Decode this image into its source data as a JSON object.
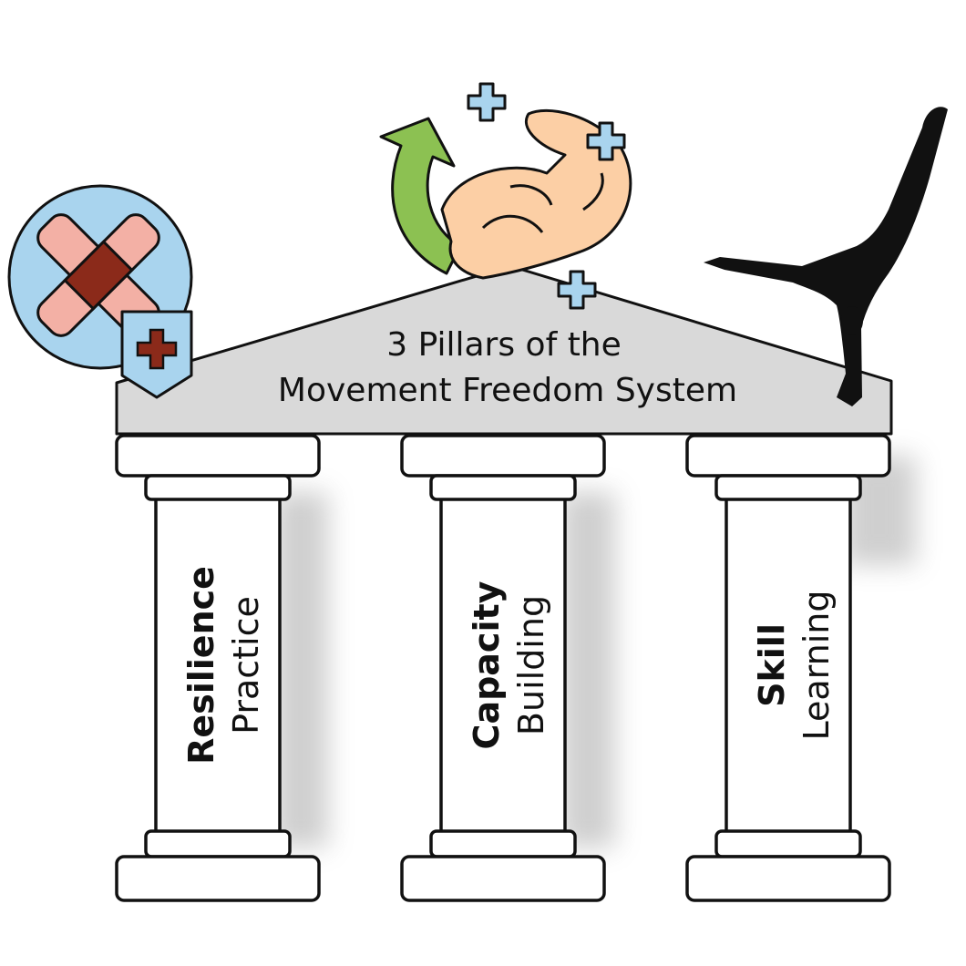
{
  "title": {
    "line1": "3 Pillars of the",
    "line2": "Movement Freedom System"
  },
  "pillars": [
    {
      "bold": "Resilience",
      "regular": "Practice",
      "icon": "bandage-icon"
    },
    {
      "bold": "Capacity",
      "regular": "Building",
      "icon": "flexed-arm-icon"
    },
    {
      "bold": "Skill",
      "regular": "Learning",
      "icon": "handstand-silhouette-icon"
    }
  ],
  "colors": {
    "roof": "#d9d9d9",
    "outline": "#111111",
    "circle": "#a9d4ee",
    "bandage": "#f3b0a5",
    "bandage_pad": "#8b2a1a",
    "arrow": "#8cc152",
    "skin": "#fccfa5",
    "plus": "#a9d4ee"
  }
}
